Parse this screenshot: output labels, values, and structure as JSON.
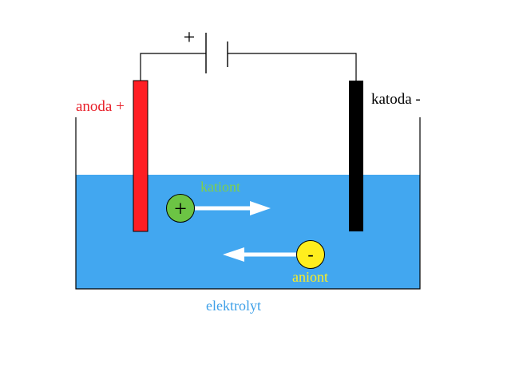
{
  "labels": {
    "battery_plus": "+",
    "anode": "anoda +",
    "cathode": "katoda -",
    "cation": "kationt",
    "anion": "aniont",
    "electrolyte": "elektrolyt",
    "cation_sign": "+",
    "anion_sign": "-"
  },
  "colors": {
    "electrolyte": "#42a7f0",
    "anode": "#ff1e24",
    "cathode": "#000000",
    "cation_ion": "#6cc444",
    "anion_ion": "#ffee1e",
    "anode_label": "#e8202a",
    "cation_label": "#7ed04a",
    "anion_label": "#ffee20",
    "electrolyte_label": "#3ea0e8",
    "wire": "#000000",
    "arrow": "#ffffff"
  }
}
